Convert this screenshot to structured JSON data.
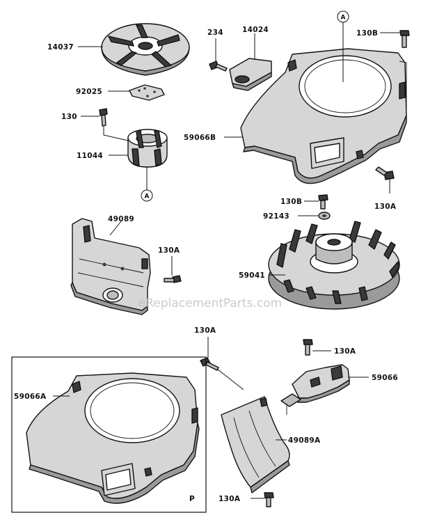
{
  "labels": {
    "p14037": "14037",
    "p234": "234",
    "p14024": "14024",
    "calloutA_top": "A",
    "p130B_top": "130B",
    "p92025": "92025",
    "p130_left": "130",
    "p59066B": "59066B",
    "p11044": "11044",
    "calloutA_mid": "A",
    "p130A_right": "130A",
    "p130B_mid": "130B",
    "p92143": "92143",
    "p49089": "49089",
    "p130A_left": "130A",
    "p59041": "59041",
    "p130A_center": "130A",
    "p130A_br": "130A",
    "p59066A": "59066A",
    "p59066": "59066",
    "p49089A": "49089A",
    "p130A_bottom": "130A",
    "inset_P": "P"
  },
  "watermark": "eReplacementParts.com"
}
